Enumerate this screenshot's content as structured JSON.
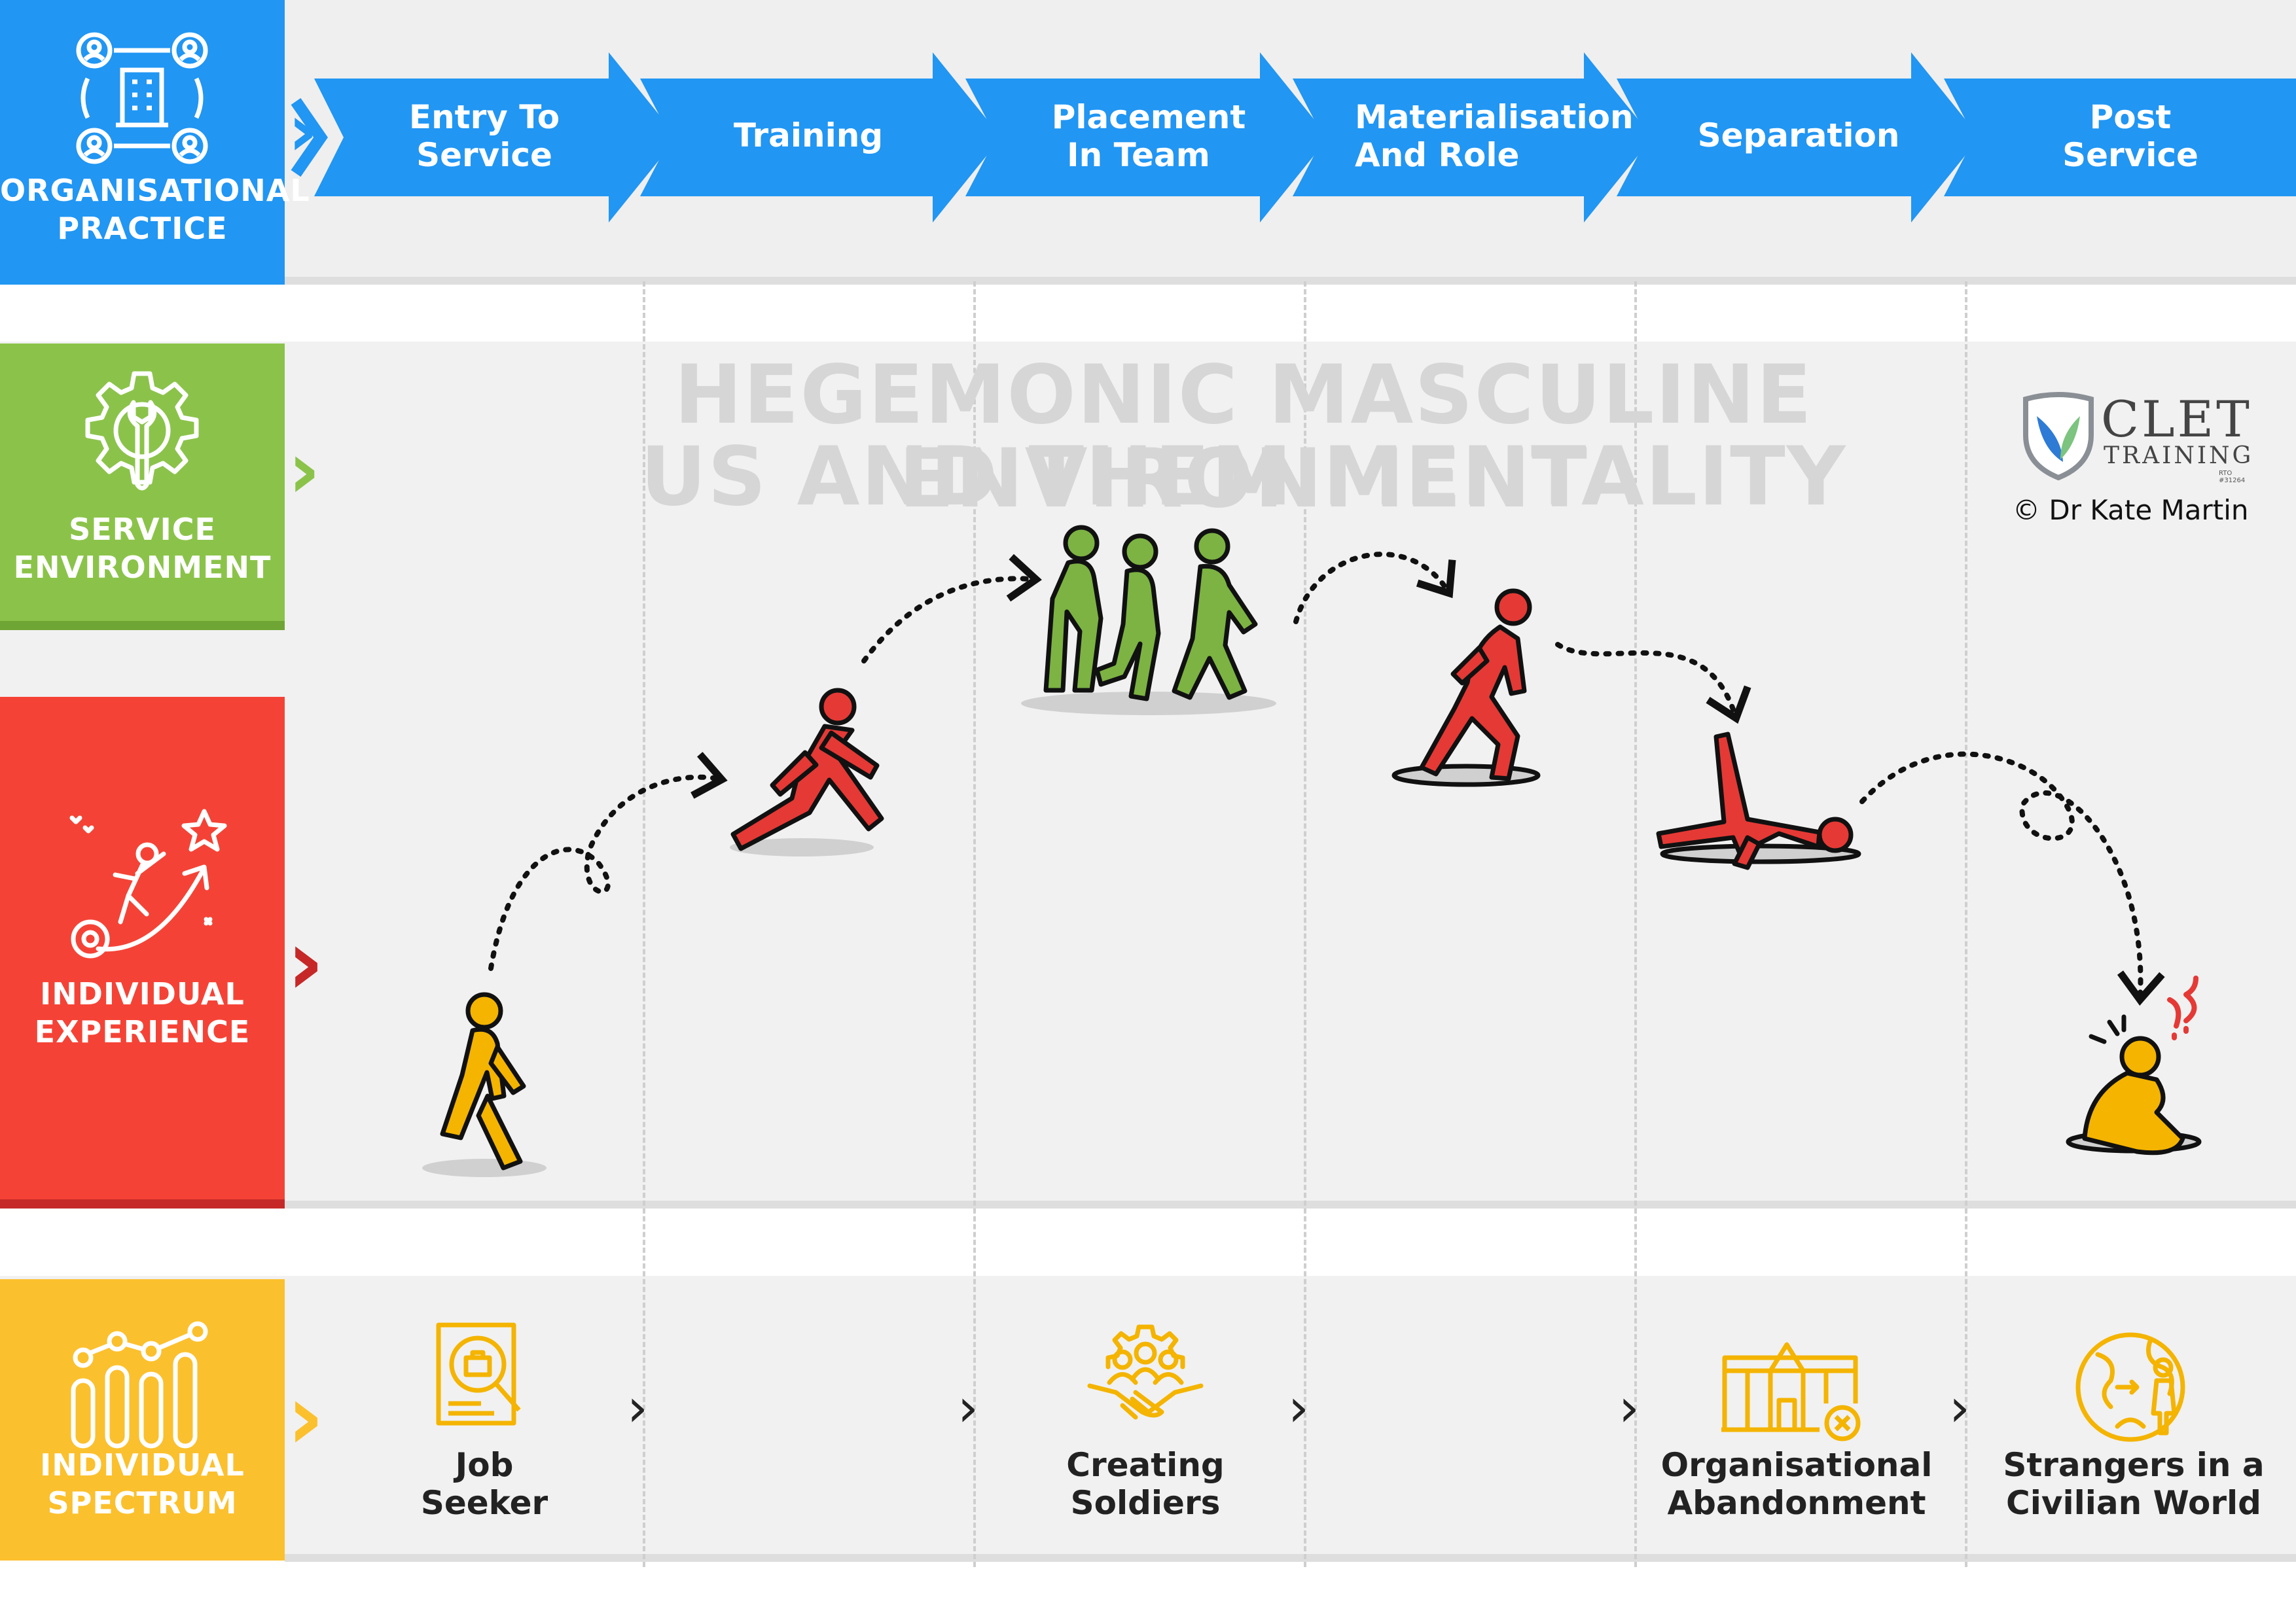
{
  "rows": {
    "organisational_practice": {
      "title_lines": [
        "ORGANISATIONAL",
        "PRACTICE"
      ],
      "color": "#2196f3"
    },
    "service_environment": {
      "title_lines": [
        "SERVICE",
        "ENVIRONMENT"
      ],
      "color": "#8bc34a"
    },
    "individual_experience": {
      "title_lines": [
        "INDIVIDUAL",
        "EXPERIENCE"
      ],
      "color": "#f44336"
    },
    "individual_spectrum": {
      "title_lines": [
        "INDIVIDUAL",
        "SPECTRUM"
      ],
      "color": "#fbc02d"
    }
  },
  "stages": [
    {
      "lines": [
        "Entry To",
        "Service"
      ]
    },
    {
      "lines": [
        "Training"
      ]
    },
    {
      "lines": [
        "Placement",
        "In Team"
      ]
    },
    {
      "lines": [
        "Materialisation",
        "And Role"
      ]
    },
    {
      "lines": [
        "Separation"
      ]
    },
    {
      "lines": [
        "Post",
        "Service"
      ]
    }
  ],
  "watermark": {
    "line1": "HEGEMONIC MASCULINE ENVIRONMENT",
    "line2": "US AND THEM MENTALITY"
  },
  "logo": {
    "name": "CLET",
    "sub": "TRAINING",
    "rto": "RTO #31264",
    "credit": "© Dr Kate Martin"
  },
  "spectrum": [
    {
      "lines": [
        "Job",
        "Seeker"
      ],
      "icon": "job-search-icon"
    },
    {
      "lines": [
        "Creating",
        "Soldiers"
      ],
      "icon": "handshake-team-icon"
    },
    {
      "lines": [
        "Organisational",
        "Abandonment"
      ],
      "icon": "closed-building-icon"
    },
    {
      "lines": [
        "Strangers in a",
        "Civilian World"
      ],
      "icon": "globe-person-icon"
    }
  ],
  "figures": [
    {
      "stage": "Entry To Service",
      "color": "#f4b400",
      "pose": "walking"
    },
    {
      "stage": "Training",
      "color": "#e53935",
      "pose": "striding"
    },
    {
      "stage": "Placement In Team",
      "color": "#7cb342",
      "pose": "group-walking"
    },
    {
      "stage": "Materialisation And Role",
      "color": "#e53935",
      "pose": "running"
    },
    {
      "stage": "Separation",
      "color": "#e53935",
      "pose": "fallen"
    },
    {
      "stage": "Post Service",
      "color": "#f4b400",
      "pose": "sitting-distressed"
    }
  ],
  "colors": {
    "blue": "#2196f3",
    "green": "#8bc34a",
    "red": "#f44336",
    "yellow": "#fbc02d"
  }
}
